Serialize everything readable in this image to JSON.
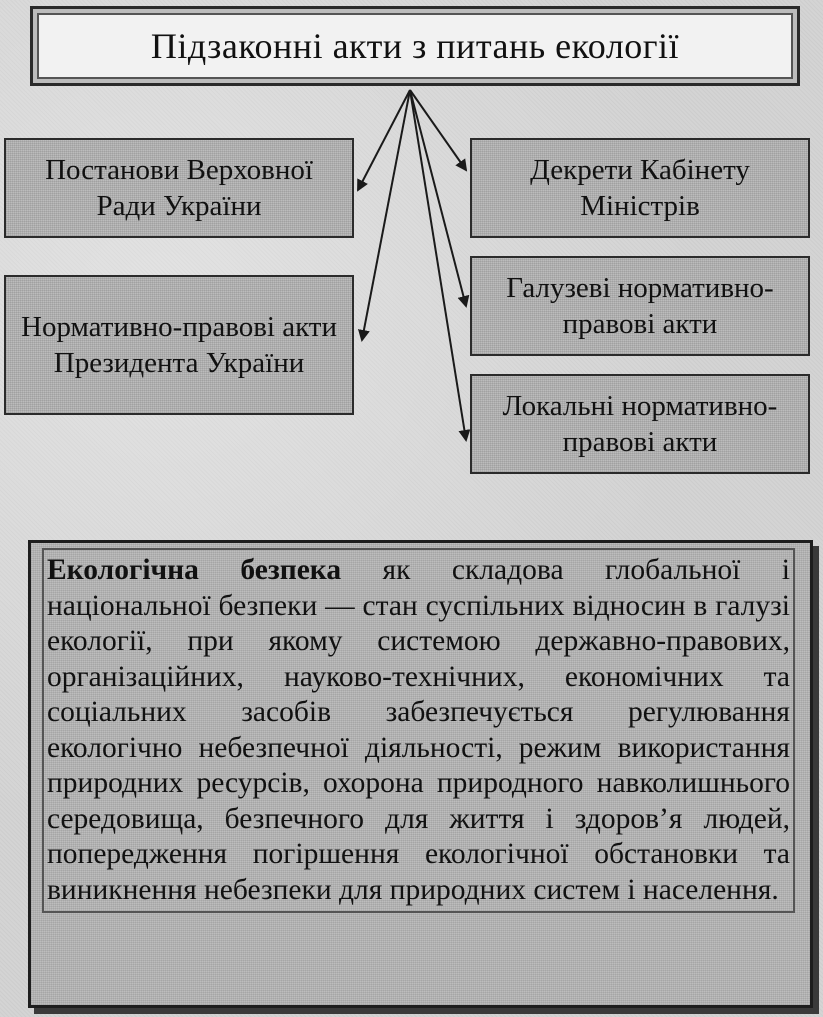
{
  "diagram": {
    "title": "Підзаконні акти з питань екології",
    "left_items": [
      {
        "label": "Постанови Верховної Ради України"
      },
      {
        "label": "Нормативно-правові акти Президента України"
      }
    ],
    "right_items": [
      {
        "label": "Декрети Кабінету Міністрів"
      },
      {
        "label": "Галузеві нормативно-правові акти"
      },
      {
        "label": "Локальні нормативно-правові акти"
      }
    ]
  },
  "definition": {
    "term": "Екологічна безпека",
    "text": " як складова глобальної і національної безпеки — стан суспільних відносин в галузі екології, при якому системою державно-правових, організаційних, науково-технічних, економічних та соціальних засобів забезпечується регулювання екологічно небезпечної діяльності, режим використання природних ресурсів, охорона природного навколишнього середовища, безпечного для життя і здоров’я людей, попередження погіршення екологічної обстановки та виникнення небезпеки для природних систем і населення."
  },
  "colors": {
    "box_fill": "#bcbcbc",
    "border": "#2b2b2b",
    "title_fill": "#f2f2f2"
  }
}
